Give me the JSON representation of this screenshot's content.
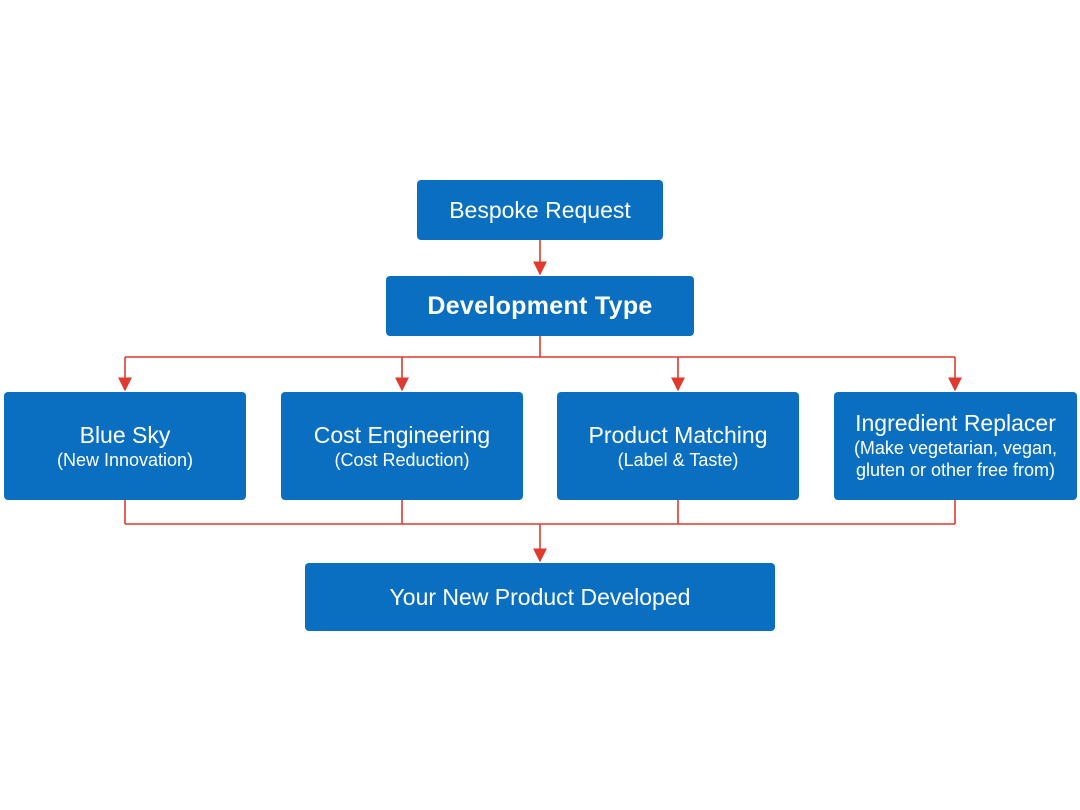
{
  "diagram": {
    "colors": {
      "box": "#0a6fc0",
      "text": "#ffffff",
      "connector": "#e03a2f"
    },
    "nodes": {
      "request": {
        "label": "Bespoke Request"
      },
      "development_type": {
        "label": "Development Type"
      },
      "blue_sky": {
        "label": "Blue Sky",
        "sub": "(New Innovation)"
      },
      "cost_engineering": {
        "label": "Cost Engineering",
        "sub": "(Cost Reduction)"
      },
      "product_matching": {
        "label": "Product Matching",
        "sub": "(Label & Taste)"
      },
      "ingredient_replacer": {
        "label": "Ingredient Replacer",
        "sub_line1": "(Make vegetarian, vegan,",
        "sub_line2": "gluten or other free from)"
      },
      "result": {
        "label": "Your New Product Developed"
      }
    },
    "edges": [
      [
        "request",
        "development_type"
      ],
      [
        "development_type",
        "blue_sky"
      ],
      [
        "development_type",
        "cost_engineering"
      ],
      [
        "development_type",
        "product_matching"
      ],
      [
        "development_type",
        "ingredient_replacer"
      ],
      [
        "blue_sky",
        "result"
      ],
      [
        "cost_engineering",
        "result"
      ],
      [
        "product_matching",
        "result"
      ],
      [
        "ingredient_replacer",
        "result"
      ]
    ]
  }
}
